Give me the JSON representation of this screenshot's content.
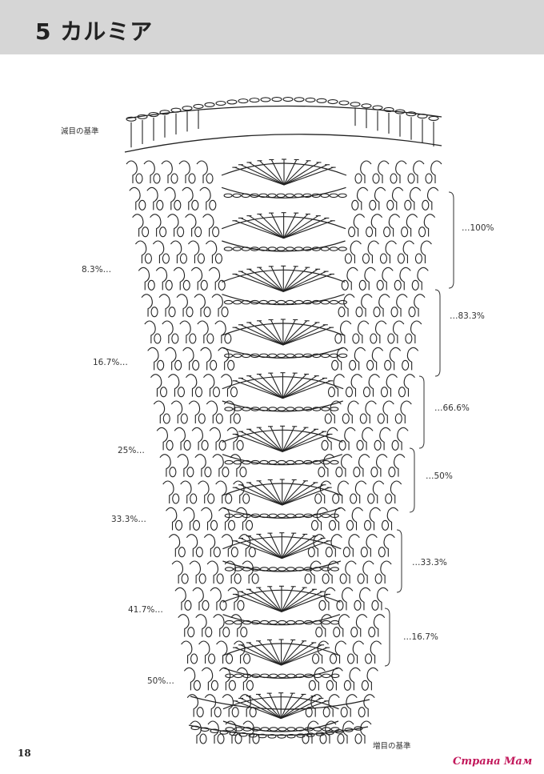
{
  "title": "5 カルミア",
  "labels": {
    "decrease_ref": "減目の基準",
    "increase_ref": "増目の基準"
  },
  "left_percentages": [
    "8.3%…",
    "16.7%…",
    "25%…",
    "33.3%…",
    "41.7%…",
    "50%…"
  ],
  "right_percentages": [
    "…100%",
    "…83.3%",
    "…66.6%",
    "…50%",
    "…33.3%",
    "…16.7%"
  ],
  "page_number": "18",
  "watermark": "Страна Мам",
  "colors": {
    "header_bg": "#d6d6d6",
    "ink": "#222222",
    "watermark": "#c2185b"
  }
}
